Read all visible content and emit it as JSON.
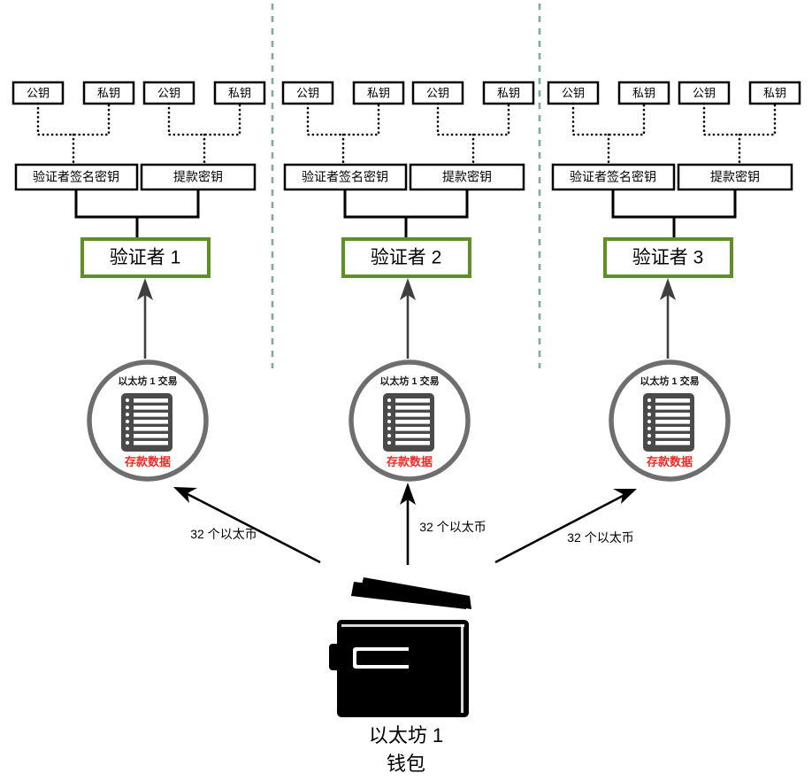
{
  "diagram": {
    "title": "Ethereum validator key derivation and deposit diagram",
    "colors": {
      "validator_border": "#5f9026",
      "divider": "#7fa9a2",
      "deposit_text": "#ef2b24",
      "circle_ring": "#6e6e6e",
      "doc_icon": "#4a4a4a",
      "wallet": "#000000"
    },
    "columns": [
      {
        "id": "column-1",
        "keys": [
          {
            "label": "公钥"
          },
          {
            "label": "私钥"
          },
          {
            "label": "公钥"
          },
          {
            "label": "私钥"
          }
        ],
        "derived_keys": [
          {
            "label": "验证者签名密钥"
          },
          {
            "label": "提款密钥"
          }
        ],
        "validator": {
          "label": "验证者 1"
        },
        "transaction": {
          "top_label": "以太坊 1 交易",
          "bottom_label": "存款数据"
        },
        "deposit_arrow": {
          "label": "32 个以太币"
        }
      },
      {
        "id": "column-2",
        "keys": [
          {
            "label": "公钥"
          },
          {
            "label": "私钥"
          },
          {
            "label": "公钥"
          },
          {
            "label": "私钥"
          }
        ],
        "derived_keys": [
          {
            "label": "验证者签名密钥"
          },
          {
            "label": "提款密钥"
          }
        ],
        "validator": {
          "label": "验证者 2"
        },
        "transaction": {
          "top_label": "以太坊 1 交易",
          "bottom_label": "存款数据"
        },
        "deposit_arrow": {
          "label": "32 个以太币"
        }
      },
      {
        "id": "column-3",
        "keys": [
          {
            "label": "公钥"
          },
          {
            "label": "私钥"
          },
          {
            "label": "公钥"
          },
          {
            "label": "私钥"
          }
        ],
        "derived_keys": [
          {
            "label": "验证者签名密钥"
          },
          {
            "label": "提款密钥"
          }
        ],
        "validator": {
          "label": "验证者 3"
        },
        "transaction": {
          "top_label": "以太坊 1 交易",
          "bottom_label": "存款数据"
        },
        "deposit_arrow": {
          "label": "32 个以太币"
        }
      }
    ],
    "wallet": {
      "icon": "wallet-icon",
      "label_line1": "以太坊 1",
      "label_line2": "钱包"
    }
  }
}
